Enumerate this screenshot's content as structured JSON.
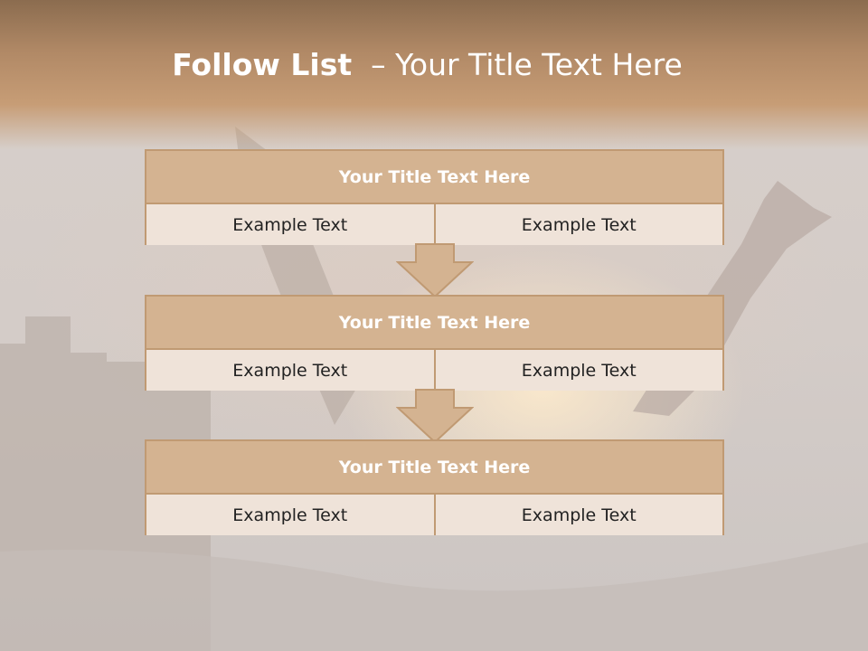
{
  "slide": {
    "title_bold": "Follow List",
    "title_separator": "–",
    "title_rest": "Your Title Text Here"
  },
  "boxes": [
    {
      "title": "Your Title Text Here",
      "left_text": "Example Text",
      "right_text": "Example Text"
    },
    {
      "title": "Your Title Text Here",
      "left_text": "Example Text",
      "right_text": "Example Text"
    },
    {
      "title": "Your Title Text Here",
      "left_text": "Example Text",
      "right_text": "Example Text"
    }
  ],
  "colors": {
    "header_band": "#b18966",
    "box_title_fill": "#d4b391",
    "box_body_fill": "#efe3d9",
    "box_border": "#c09a73",
    "arrow_fill": "#d4b391"
  },
  "icons": [
    "down-arrow-icon",
    "down-arrow-icon"
  ]
}
